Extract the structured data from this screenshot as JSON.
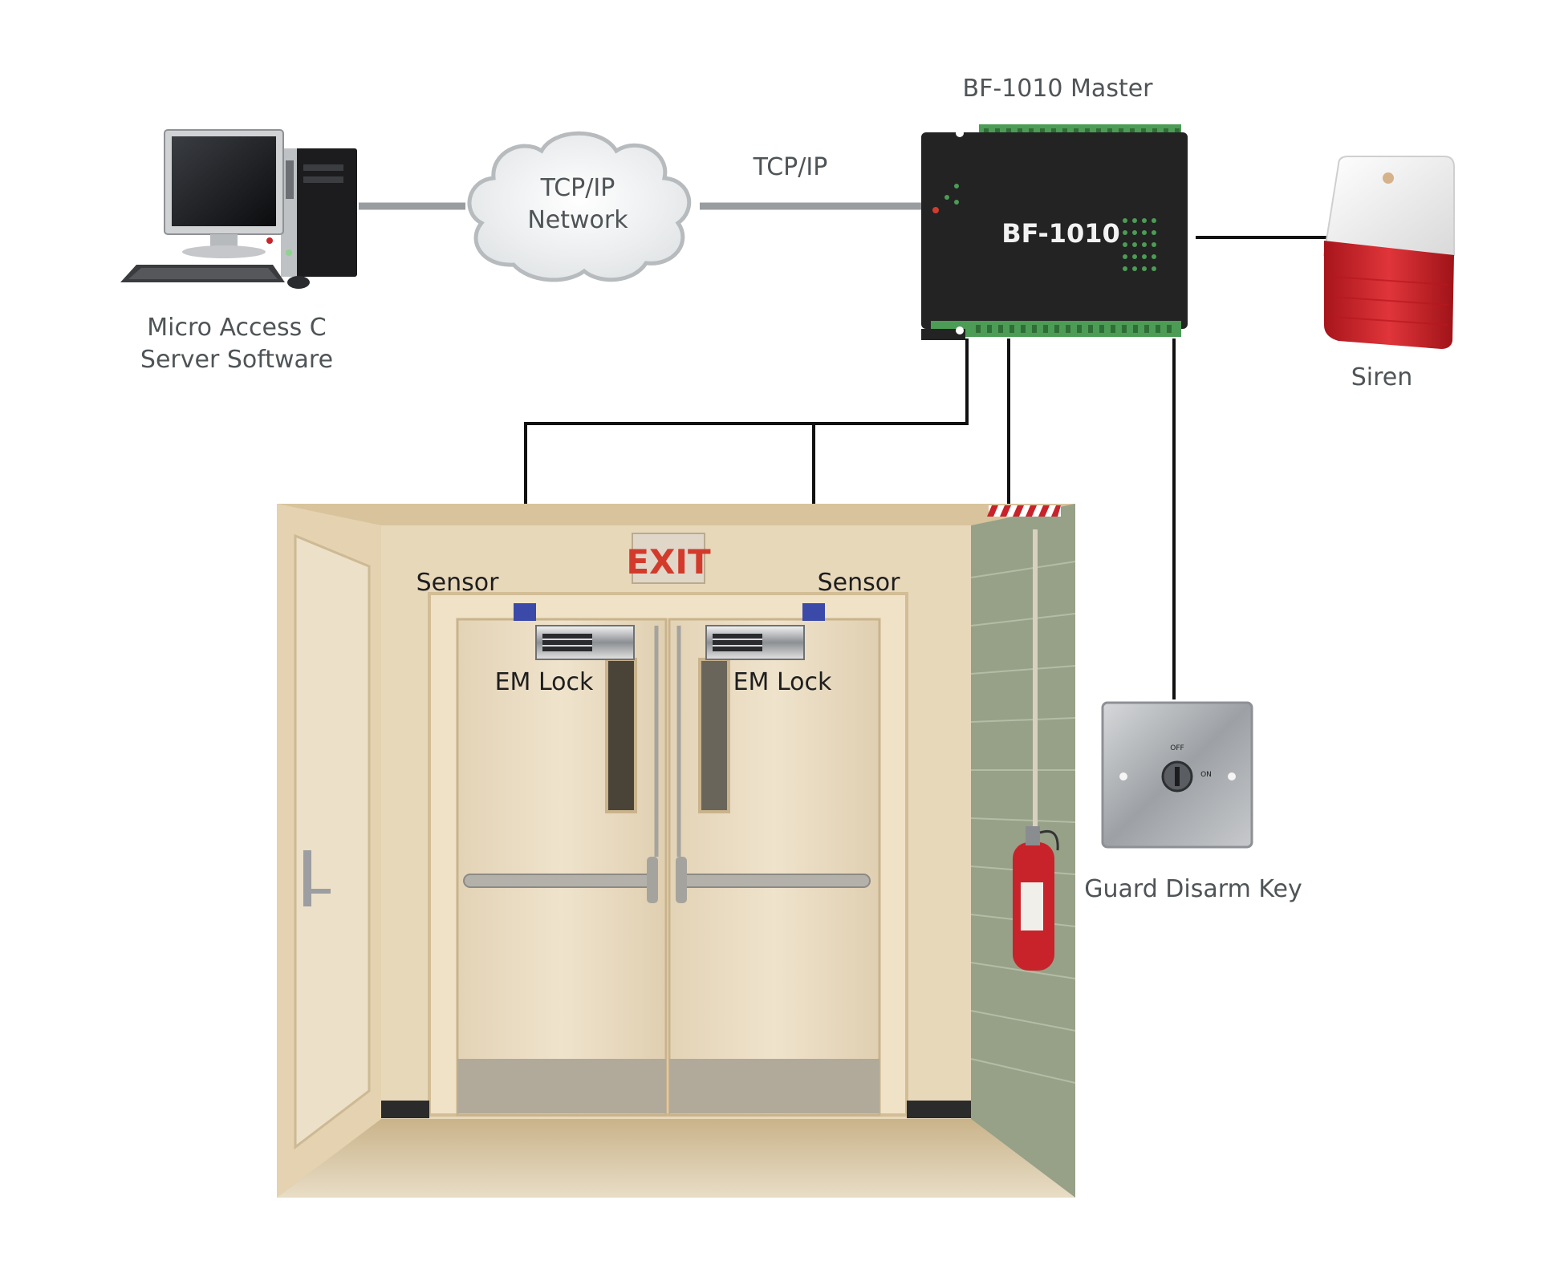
{
  "nodes": {
    "computer": {
      "label_line1": "Micro Access C",
      "label_line2": "Server Software"
    },
    "cloud": {
      "label_line1": "TCP/IP",
      "label_line2": "Network"
    },
    "link": {
      "label": "TCP/IP"
    },
    "controller": {
      "title": "BF-1010 Master",
      "face_text": "BF-1010"
    },
    "siren": {
      "label": "Siren"
    },
    "sensor_left": {
      "label": "Sensor"
    },
    "sensor_right": {
      "label": "Sensor"
    },
    "emlock_left": {
      "label": "EM Lock"
    },
    "emlock_right": {
      "label": "EM Lock"
    },
    "exit_sign": {
      "text": "EXIT"
    },
    "key_switch": {
      "label": "Guard Disarm Key",
      "off_text": "OFF",
      "on_text": "ON"
    }
  },
  "colors": {
    "wire_gray": "#9a9d9f",
    "wire_black": "#111111",
    "label_gray": "#4f5457",
    "sensor_blue": "#3b49a9",
    "controller_body": "#232323",
    "terminal_green": "#4c9c55",
    "wall": "#e7d6b7",
    "door": "#e9dcc3",
    "siren_red": "#c8232a",
    "exit_red": "#d23b2c"
  }
}
